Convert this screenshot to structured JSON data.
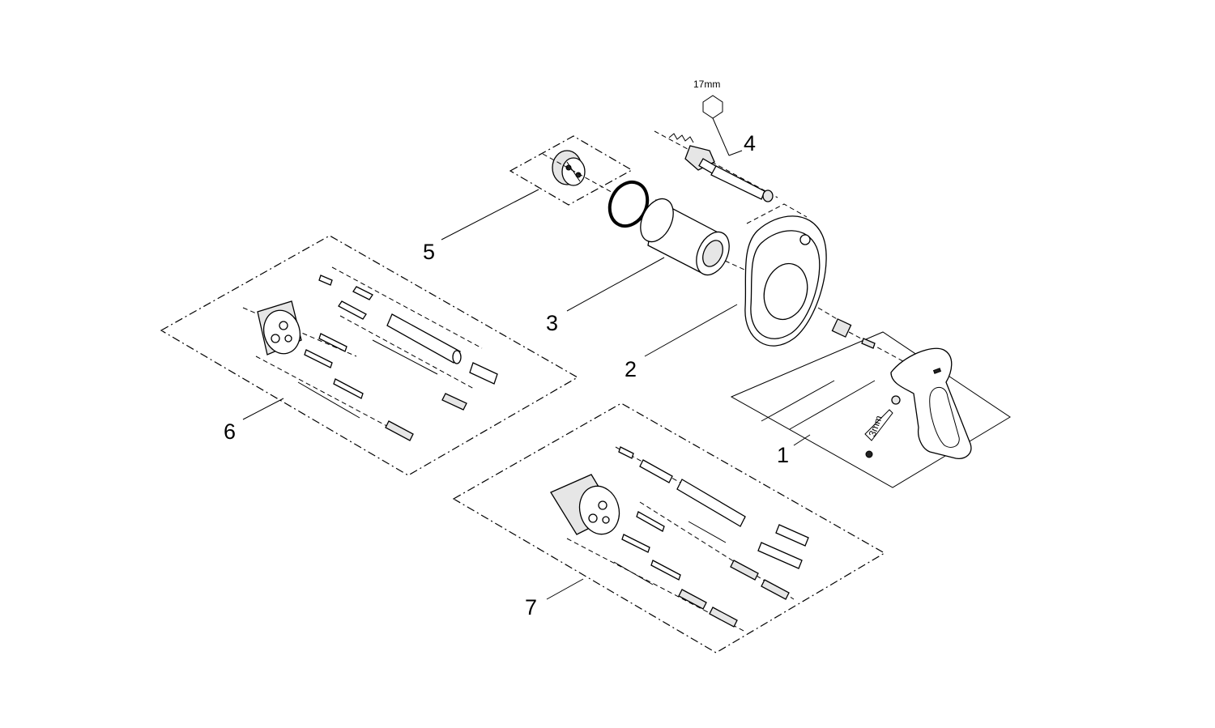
{
  "callouts": {
    "c1": "1",
    "c2": "2",
    "c3": "3",
    "c4": "4",
    "c5": "5",
    "c6": "6",
    "c7": "7"
  },
  "dimensions": {
    "wrench_size": "17mm",
    "hex_key_size": "3mm"
  }
}
